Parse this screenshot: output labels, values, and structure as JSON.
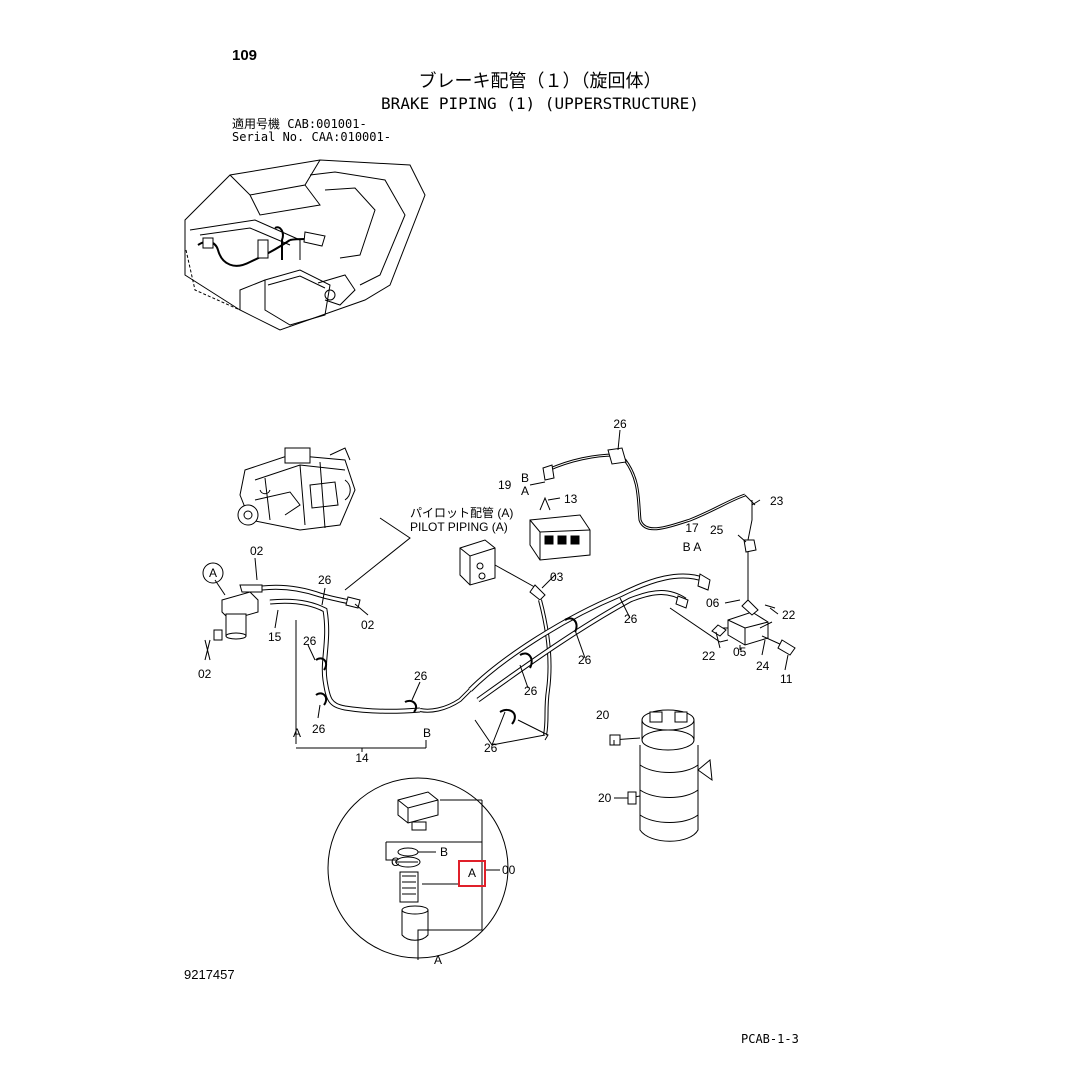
{
  "header": {
    "page_number": "109",
    "title_jp": "ブレーキ配管（１）（旋回体）",
    "title_en": "BRAKE PIPING (1) (UPPERSTRUCTURE)",
    "serial_line_1": "適用号機  CAB:001001-",
    "serial_line_2": "Serial No. CAA:010001-"
  },
  "callouts": {
    "pilot_piping_jp": "パイロット配管 (A)",
    "pilot_piping_en": "PILOT PIPING (A)",
    "c26a": "26",
    "c19": "19",
    "c19_b": "B",
    "c19_a": "A",
    "c13": "13",
    "c23": "23",
    "c17": "17",
    "c17_ba": "B A",
    "c25": "25",
    "c06": "06",
    "c22a": "22",
    "c22b": "22",
    "c05": "05",
    "c24": "24",
    "c11": "11",
    "c03": "03",
    "c26b": "26",
    "c26c": "26",
    "c26d": "26",
    "c26e": "26",
    "c26f": "26",
    "c26g": "26",
    "c26h": "26",
    "c26i": "26",
    "c02a": "02",
    "c02b": "02",
    "c02c": "02",
    "c15": "15",
    "c_a_circle": "A",
    "c14_a": "A",
    "c14_b": "B",
    "c14": "14",
    "c20a": "20",
    "c20b": "20",
    "detail_b": "B",
    "detail_c": "C",
    "detail_a": "A",
    "detail_00": "00",
    "detail_a_bottom": "A"
  },
  "footer": {
    "doc_id": "9217457",
    "page_code": "PCAB-1-3"
  },
  "colors": {
    "line": "#000000",
    "highlight": "#e0202a",
    "shade": "#d8d8d8"
  }
}
